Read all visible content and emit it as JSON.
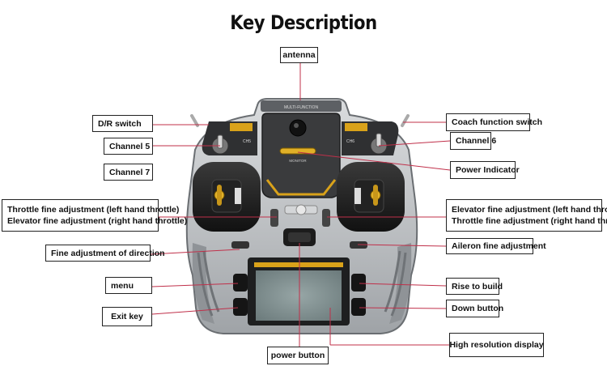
{
  "title": "Key Description",
  "labels": {
    "antenna": "antenna",
    "dr_switch": "D/R switch",
    "channel5": "Channel 5",
    "channel7": "Channel 7",
    "throttle_left_1": "Throttle fine adjustment (left hand throttle)",
    "throttle_left_2": "Elevator fine adjustment (right hand throttle)",
    "direction": "Fine adjustment of direction",
    "menu": "menu",
    "exit": "Exit key",
    "power_button": "power button",
    "coach": "Coach function switch",
    "channel6": "Channel 6",
    "power_indicator": "Power Indicator",
    "elevator_right_1": "Elevator fine adjustment (left hand throttle)",
    "elevator_right_2": "Throttle fine adjustment (right hand throttle)",
    "aileron": "Aileron fine adjustment",
    "rise": "Rise to build",
    "down": "Down button",
    "display": "High resolution display"
  },
  "device": {
    "top_brand_text": "MULTI-FUNCTION",
    "monitor_text": "MONITOR",
    "ch5_tag": "CH5",
    "ch6_tag": "CH6"
  },
  "colors": {
    "leader_line": "#c0304a",
    "body": "#c7c9cb",
    "screen": "#7f8f90",
    "accent": "#d9a21a"
  }
}
